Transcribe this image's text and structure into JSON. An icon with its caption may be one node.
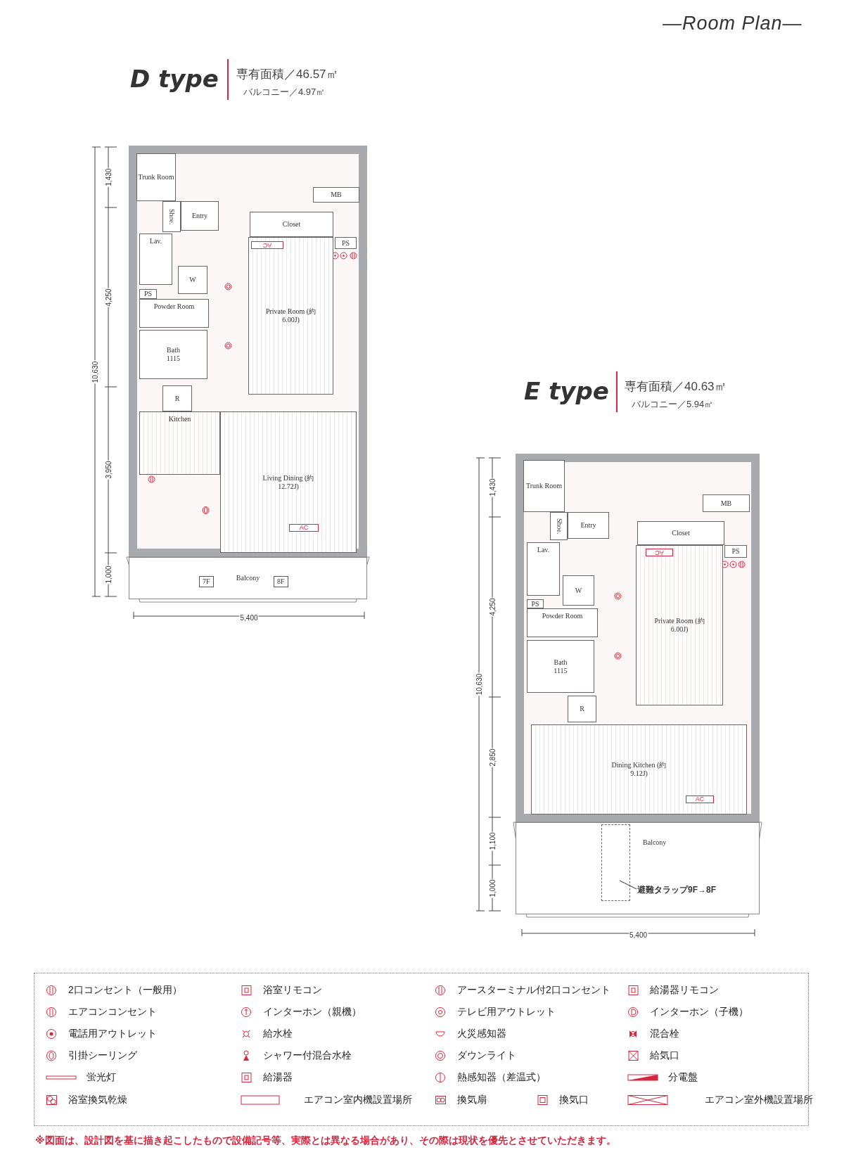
{
  "diagram": {
    "title": "—Room Plan—",
    "caption": "※図面は、設計図を基に描き起こしたもので設備記号等、実際とは異なる場合があり、その際は現状を優先とさせていただきます。",
    "nodes": [
      {
        "text": [
          "D type",
          "専有面積／46.57㎡",
          "バルコニー／4.97㎡"
        ]
      },
      {
        "text": [
          "Trunk Room"
        ],
        "in": 0
      },
      {
        "text": [
          "Shoe."
        ],
        "in": 0
      },
      {
        "text": [
          "Entry"
        ],
        "in": 0
      },
      {
        "text": [
          "MB"
        ],
        "in": 0
      },
      {
        "text": [
          "Closet"
        ],
        "in": 0
      },
      {
        "text": [
          "PS"
        ],
        "in": 0
      },
      {
        "text": [
          "Lav."
        ],
        "in": 0
      },
      {
        "text": [
          "W"
        ],
        "in": 0
      },
      {
        "text": [
          "PS"
        ],
        "in": 0
      },
      {
        "text": [
          "Powder Room"
        ],
        "in": 0
      },
      {
        "text": [
          "Bath 1115"
        ],
        "in": 0
      },
      {
        "text": [
          "Private Room (約6.00J)"
        ],
        "in": 0
      },
      {
        "text": [
          "AC"
        ],
        "in": 12
      },
      {
        "text": [
          "R"
        ],
        "in": 0
      },
      {
        "text": [
          "Kitchen"
        ],
        "in": 0
      },
      {
        "text": [
          "Living Dining (約12.72J)"
        ],
        "in": 0
      },
      {
        "text": [
          "AC"
        ],
        "in": 16
      },
      {
        "text": [
          "Balcony"
        ]
      },
      {
        "text": [
          "E type",
          "専有面積／40.63㎡",
          "バルコニー／5.94㎡"
        ]
      },
      {
        "text": [
          "Trunk Room"
        ],
        "in": 19
      },
      {
        "text": [
          "Shoe."
        ],
        "in": 19
      },
      {
        "text": [
          "Entry"
        ],
        "in": 19
      },
      {
        "text": [
          "MB"
        ],
        "in": 19
      },
      {
        "text": [
          "Closet"
        ],
        "in": 19
      },
      {
        "text": [
          "PS"
        ],
        "in": 19
      },
      {
        "text": [
          "Lav."
        ],
        "in": 19
      },
      {
        "text": [
          "W"
        ],
        "in": 19
      },
      {
        "text": [
          "PS"
        ],
        "in": 19
      },
      {
        "text": [
          "Powder Room"
        ],
        "in": 19
      },
      {
        "text": [
          "Bath 1115"
        ],
        "in": 19
      },
      {
        "text": [
          "Private Room (約6.00J)"
        ],
        "in": 19
      },
      {
        "text": [
          "AC"
        ],
        "in": 31
      },
      {
        "text": [
          "R"
        ],
        "in": 19
      },
      {
        "text": [
          "Dining Kitchen (約9.12J)"
        ],
        "in": 19
      },
      {
        "text": [
          "AC"
        ],
        "in": 34
      },
      {
        "text": [
          "Balcony"
        ]
      },
      {
        "text": [],
        "shape": "box",
        "in": 36
      },
      {
        "text": [
          "避難タラップ9F→8F"
        ],
        "in": 36
      }
    ],
    "edges": [
      {
        "from": 38,
        "to": 37,
        "arrow": "none"
      }
    ],
    "labels": [
      "1,430",
      "4,250",
      "10,630",
      "3,950",
      "1,000",
      "7F",
      "8F",
      "5,400",
      "1,430",
      "4,250",
      "10,630",
      "2,850",
      "1,100",
      "1,000",
      "5,400"
    ],
    "legend": [
      {
        "text": "2口コンセント（一般用）"
      },
      {
        "text": "浴室リモコン"
      },
      {
        "text": "アースターミナル付2口コンセント"
      },
      {
        "text": "給湯器リモコン"
      },
      {
        "text": "エアコンコンセント"
      },
      {
        "text": "インターホン（親機）"
      },
      {
        "text": "テレビ用アウトレット"
      },
      {
        "text": "インターホン（子機）"
      },
      {
        "text": "電話用アウトレット"
      },
      {
        "text": "給水栓"
      },
      {
        "text": "火災感知器"
      },
      {
        "text": "混合栓"
      },
      {
        "text": "引掛シーリング"
      },
      {
        "text": "シャワー付混合水栓"
      },
      {
        "text": "ダウンライト"
      },
      {
        "text": "給気口"
      },
      {
        "text": "蛍光灯"
      },
      {
        "text": "給湯器"
      },
      {
        "text": "熱感知器（差温式）"
      },
      {
        "text": "分電盤"
      },
      {
        "text": "浴室換気乾燥"
      },
      {
        "text": "エアコン室内機設置場所"
      },
      {
        "text": "換気扇"
      },
      {
        "text": "換気口"
      },
      {
        "text": "エアコン室外機設置場所"
      }
    ]
  }
}
